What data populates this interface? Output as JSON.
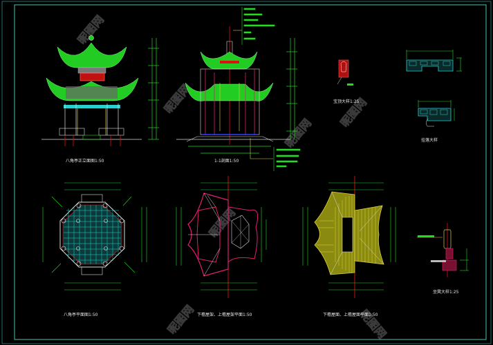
{
  "drawing": {
    "titles": {
      "front_elevation": "八角亭正立面图1:50",
      "section": "1-1剖面1:50",
      "finial_detail": "宝顶大样1:25",
      "lattice_detail": "挂落大样",
      "floor_plan": "八角亭平面图1:50",
      "roof_frame_plan": "下檐屋架、上檐屋架平面1:50",
      "roof_plan": "下檐屋面、上檐屋面平面1:50",
      "bench_detail": "坐凳大样1:25"
    },
    "watermark": "昵图网",
    "colors": {
      "background": "#000000",
      "frame": "#3fc9b0",
      "dimension": "#22dd22",
      "roof": "#22cc22",
      "axis": "#dd1111",
      "structure": "#e02070",
      "tiles": "#d8d020",
      "grid": "#22c8c8",
      "text": "#e8e8e8"
    }
  }
}
